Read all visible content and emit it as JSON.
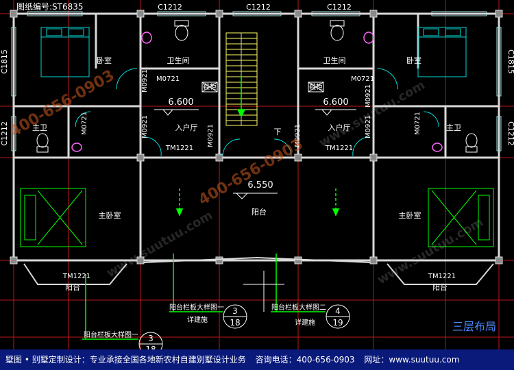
{
  "drawing_no": "图纸编号:ST6835",
  "window_codes": {
    "top_left": "C1212",
    "top_center": "C1212",
    "top_right": "C1212",
    "left_upper": "C1815",
    "right_upper": "C1815",
    "left_lower": "C1212",
    "right_lower": "C1212"
  },
  "rooms": {
    "bedroom": "卧室",
    "bathroom": "卫生间",
    "master_bath": "主卫",
    "entry_hall": "入户厅",
    "master_bedroom": "主卧室",
    "balcony": "阳台",
    "down": "下"
  },
  "door_codes": {
    "m0721": "M0721",
    "m0921": "M0921",
    "tm1221": "TM1221"
  },
  "fixtures": {
    "cabinet": "鞋柜"
  },
  "elevations": {
    "entry": "6.600",
    "balcony": "6.550"
  },
  "callouts": [
    {
      "label": "阳台栏板大样图一",
      "number": "3",
      "sheet": "18",
      "ref": "详建施"
    },
    {
      "label": "阳台栏板大样图二",
      "number": "4",
      "sheet": "19",
      "ref": "详建施"
    },
    {
      "label": "阳台栏板大样图一",
      "number": "3",
      "sheet": "18"
    }
  ],
  "watermark": "400-656-0903",
  "watermark_brand": "www.suutuu.com",
  "layout_title": "三层布局",
  "footer": {
    "company": "墅图 • 别墅定制设计：专业承接全国各地新农村自建别墅设计业务",
    "phone_label": "咨询电话：",
    "phone": "400-656-0903",
    "site_label": "网址：",
    "site": "www.suutuu.com"
  },
  "colors": {
    "background": "#000000",
    "wall": "#d9d9d9",
    "grid": "#ff3030",
    "dimension": "#00ffff",
    "green_line": "#00ff00",
    "text": "#ffffff",
    "fixture": "#ff66ff",
    "stair": "#ffff66",
    "footer_bg": "#0a1a7a"
  }
}
